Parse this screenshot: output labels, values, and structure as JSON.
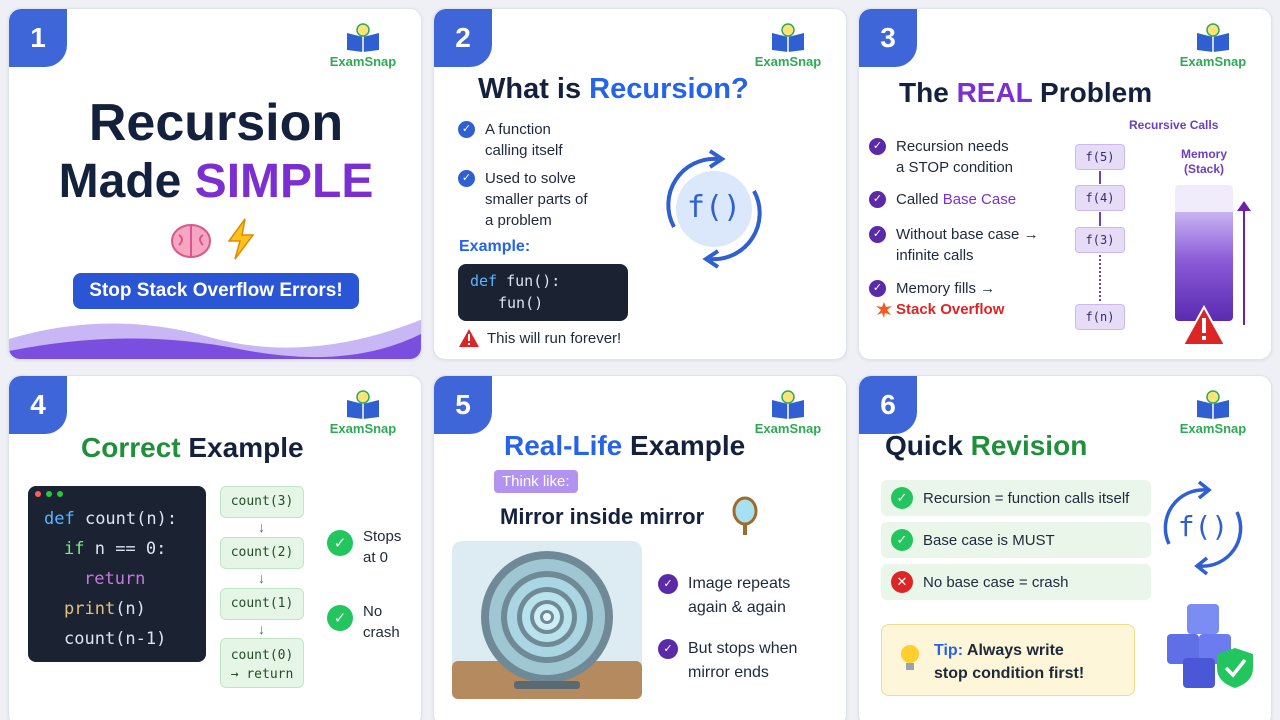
{
  "brand": {
    "name": "ExamSnap"
  },
  "card1": {
    "number": "1",
    "title_line1": "Recursion",
    "title_line2_a": "Made ",
    "title_line2_b": "SIMPLE",
    "button": "Stop Stack Overflow Errors!"
  },
  "card2": {
    "number": "2",
    "title_a": "What is ",
    "title_b": "Recursion?",
    "bullets": [
      {
        "line1": "A function",
        "line2": "calling itself"
      },
      {
        "line1": "Used to solve",
        "line2": "smaller parts of",
        "line3": "a problem"
      }
    ],
    "example_label": "Example:",
    "code": {
      "kw": "def",
      "line1_rest": " fun():",
      "line2": "fun()"
    },
    "circle_label": "f()",
    "warning": "This will run forever!"
  },
  "card3": {
    "number": "3",
    "title_a": "The ",
    "title_b": "REAL",
    "title_c": " Problem",
    "bullets": [
      {
        "line1": "Recursion needs",
        "line2": "a STOP condition"
      },
      {
        "line1_a": "Called ",
        "line1_b": "Base Case"
      },
      {
        "line1": "Without base case →",
        "line2": "infinite calls"
      },
      {
        "line1": "Memory fills →",
        "line2": "Stack Overflow"
      }
    ],
    "calls_label": "Recursive Calls",
    "memory_label_1": "Memory",
    "memory_label_2": "(Stack)",
    "calls": [
      "f(5)",
      "f(4)",
      "f(3)",
      "f(n)"
    ],
    "memory_level": 0.8
  },
  "card4": {
    "number": "4",
    "title_a": "Correct",
    "title_b": " Example",
    "code": {
      "kw_def": "def",
      "line1_rest": " count(n):",
      "kw_if": "if",
      "line2_rest": " n == 0:",
      "line3": "return",
      "line4_fn": "print",
      "line4_rest": "(n)",
      "line5": "count(n-1)"
    },
    "steps": [
      "count(3)",
      "count(2)",
      "count(1)",
      "count(0)"
    ],
    "step_last_extra": "→ return",
    "notes": [
      {
        "line1": "Stops",
        "line2": "at 0"
      },
      {
        "line1": "No",
        "line2": "crash"
      }
    ]
  },
  "card5": {
    "number": "5",
    "title_a": "Real-Life",
    "title_b": " Example",
    "tag": "Think like:",
    "subtitle": "Mirror inside mirror",
    "bullets": [
      {
        "line1": "Image repeats",
        "line2": "again & again"
      },
      {
        "line1": "But stops when",
        "line2": "mirror ends"
      }
    ]
  },
  "card6": {
    "number": "6",
    "title_a": "Quick",
    "title_b": " Revision",
    "items": [
      {
        "text": "Recursion = function calls itself",
        "ok": true
      },
      {
        "text": "Base case is MUST",
        "ok": true
      },
      {
        "text": "No base case = crash",
        "ok": false
      }
    ],
    "tip_label": "Tip:",
    "tip_line1": " Always write",
    "tip_line2": "stop condition first!",
    "circle_label": "f()"
  },
  "colors": {
    "accent_blue": "#2563eb",
    "accent_purple": "#6b21a8",
    "accent_green": "#1f8f3a",
    "number_badge": "#3f66d8",
    "danger": "#dc2626"
  }
}
